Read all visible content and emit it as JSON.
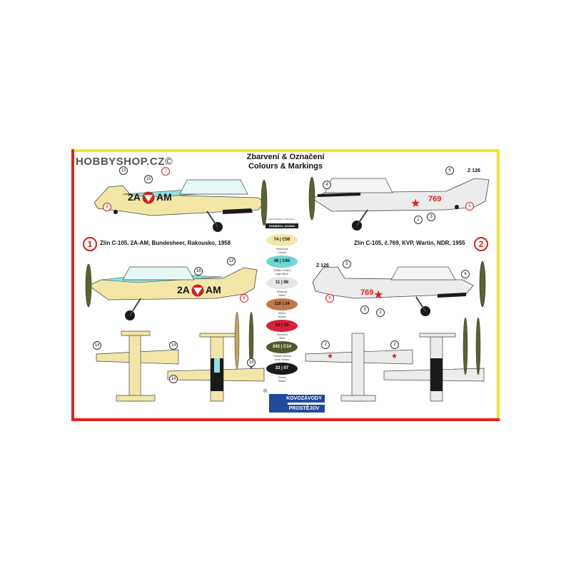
{
  "watermark": "HOBBYSHOP.CZ©",
  "title": {
    "line1": "Zbarvení & Označení",
    "line2": "Colours & Markings"
  },
  "schemes": [
    {
      "number": "1",
      "caption": "Zlin C-105, 2A-AM, Bundesheer, Rakousko, 1958",
      "code_left": "2A",
      "code_right": "AM"
    },
    {
      "number": "2",
      "caption": "Zlin C-105, č.769, KVP, Wartin, NDR, 1955",
      "tail_code": "Z 126",
      "fuselage_number": "769"
    }
  ],
  "callouts_scheme1": [
    "13",
    "15",
    "7",
    "8",
    "16",
    "13",
    "8",
    "14",
    "14",
    "14",
    "14"
  ],
  "callouts_scheme2": [
    "6",
    "4",
    "1",
    "3",
    "8",
    "5",
    "8",
    "4",
    "3",
    "1",
    "2",
    "2"
  ],
  "paints_header": {
    "line1": "Paint Numbers / Číslo barvy",
    "brands": "HUMBROL AGAMA"
  },
  "paints": [
    {
      "humbrol": "74",
      "agama": "C56",
      "cz": "Krémová",
      "en": "Cream",
      "color": "#f3e7a8"
    },
    {
      "humbrol": "48",
      "agama": "C65",
      "cz": "Světle modrá",
      "en": "Light Blue",
      "color": "#6fd8d6"
    },
    {
      "humbrol": "11",
      "agama": "98",
      "cz": "Stříbrná",
      "en": "Silver",
      "color": "#e6e6e6"
    },
    {
      "humbrol": "110",
      "agama": "24",
      "cz": "Dřevo",
      "en": "Wood",
      "color": "#c17a4a"
    },
    {
      "humbrol": "19",
      "agama": "10",
      "cz": "Červená",
      "en": "Red",
      "color": "#d8213a"
    },
    {
      "humbrol": "242",
      "agama": "C14",
      "cz": "Tmavě zelená",
      "en": "Dark Green",
      "color": "#4f5a2a"
    },
    {
      "humbrol": "33",
      "agama": "07",
      "cz": "Černá",
      "en": "Black",
      "color": "#1a1a1a"
    }
  ],
  "logo": {
    "registered": "®",
    "line1": "KOVOZÁVODY",
    "line2": "PROSTĚJOV"
  },
  "colors": {
    "cream": "#f3e7a8",
    "lightblue": "#8fe3e0",
    "silver": "#ececec",
    "red": "#d2231b",
    "black": "#1a1a1a",
    "green": "#59632e"
  }
}
